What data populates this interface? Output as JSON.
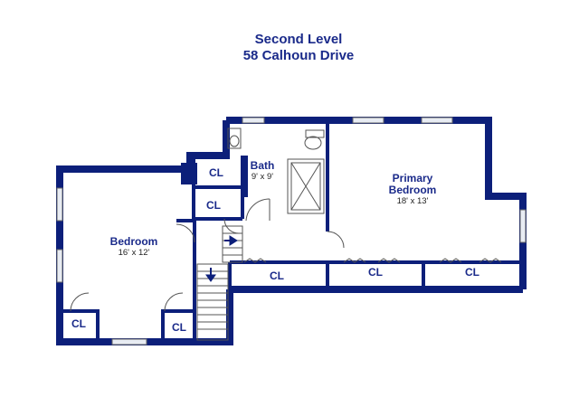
{
  "plan": {
    "title_line1": "Second Level",
    "title_line2": "58 Calhoun Drive"
  },
  "rooms": {
    "bath": {
      "name": "Bath",
      "dims": "9' x 9'"
    },
    "primary_bedroom": {
      "name_line1": "Primary",
      "name_line2": "Bedroom",
      "dims": "18' x 13'"
    },
    "bedroom": {
      "name": "Bedroom",
      "dims": "16' x 12'"
    }
  },
  "closets": {
    "bath_upper": "CL",
    "bath_lower": "CL",
    "hall": "CL",
    "primary_left": "CL",
    "primary_right": "CL",
    "bedroom_left": "CL",
    "bedroom_right": "CL"
  },
  "colors": {
    "wall": "#0c1f7a",
    "text": "#1a2a8a",
    "window_fill": "#e8ecf3",
    "line": "#666666"
  },
  "icons": {
    "stair_down": "arrow-down",
    "stair_right": "arrow-right"
  }
}
